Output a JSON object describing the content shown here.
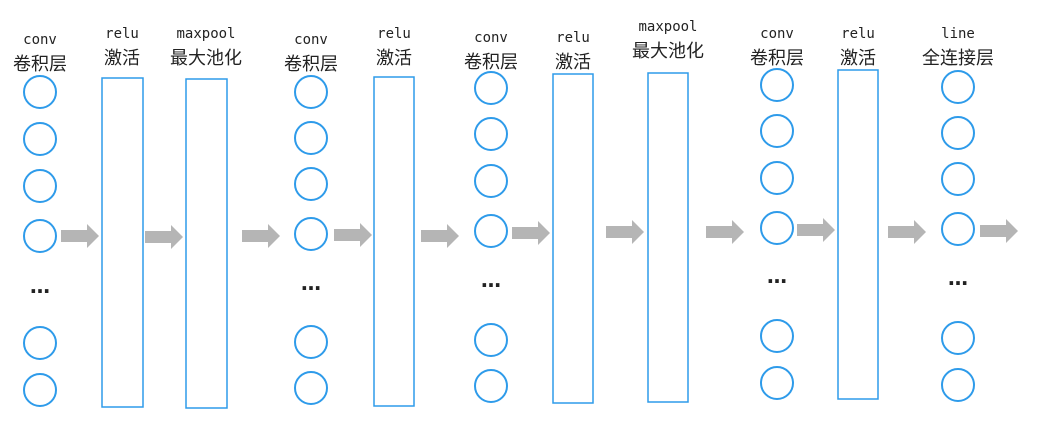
{
  "colors": {
    "node_stroke": "#2E9BEA",
    "rect_stroke": "#2E9BEA",
    "arrow_fill": "#B5B5B5",
    "text": "#222222"
  },
  "layers": [
    {
      "code": "conv",
      "name": "卷积层",
      "type": "circles",
      "ellipsis": "…"
    },
    {
      "code": "relu",
      "name": "激活",
      "type": "rect"
    },
    {
      "code": "maxpool",
      "name": "最大池化",
      "type": "rect"
    },
    {
      "code": "conv",
      "name": "卷积层",
      "type": "circles",
      "ellipsis": "…"
    },
    {
      "code": "relu",
      "name": "激活",
      "type": "rect"
    },
    {
      "code": "conv",
      "name": "卷积层",
      "type": "circles",
      "ellipsis": "…"
    },
    {
      "code": "relu",
      "name": "激活",
      "type": "rect"
    },
    {
      "code": "maxpool",
      "name": "最大池化",
      "type": "rect"
    },
    {
      "code": "conv",
      "name": "卷积层",
      "type": "circles",
      "ellipsis": "…"
    },
    {
      "code": "relu",
      "name": "激活",
      "type": "rect"
    },
    {
      "code": "line",
      "name": "全连接层",
      "type": "circles",
      "ellipsis": "…"
    }
  ],
  "arrow_icon": "right-arrow-icon"
}
